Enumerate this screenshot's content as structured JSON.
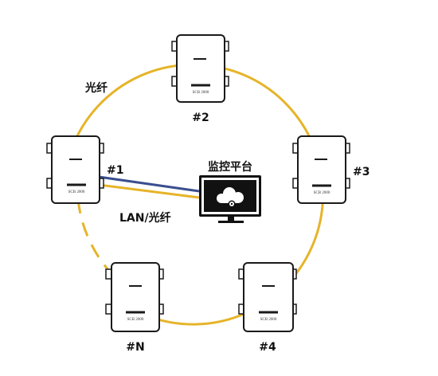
{
  "labels": {
    "fiber": "光纤",
    "platform": "监控平台",
    "lan_fiber": "LAN/光纤"
  },
  "devices": [
    {
      "id": "1",
      "label": "#1",
      "model": "SCB 2000"
    },
    {
      "id": "2",
      "label": "#2",
      "model": "SCB 2000"
    },
    {
      "id": "3",
      "label": "#3",
      "model": "SCB 2000"
    },
    {
      "id": "4",
      "label": "#4",
      "model": "SCB 2000"
    },
    {
      "id": "N",
      "label": "#N",
      "model": "SCB 2000"
    }
  ],
  "colors": {
    "ring": "#e6b429",
    "lan_link": "#3a4f8f",
    "device_outline": "#1a1a1a",
    "monitor": "#111111",
    "cloud": "#ffffff"
  },
  "icons": {
    "monitor": "monitor-cloud-icon",
    "device": "scb-2000-cabinet-icon"
  }
}
